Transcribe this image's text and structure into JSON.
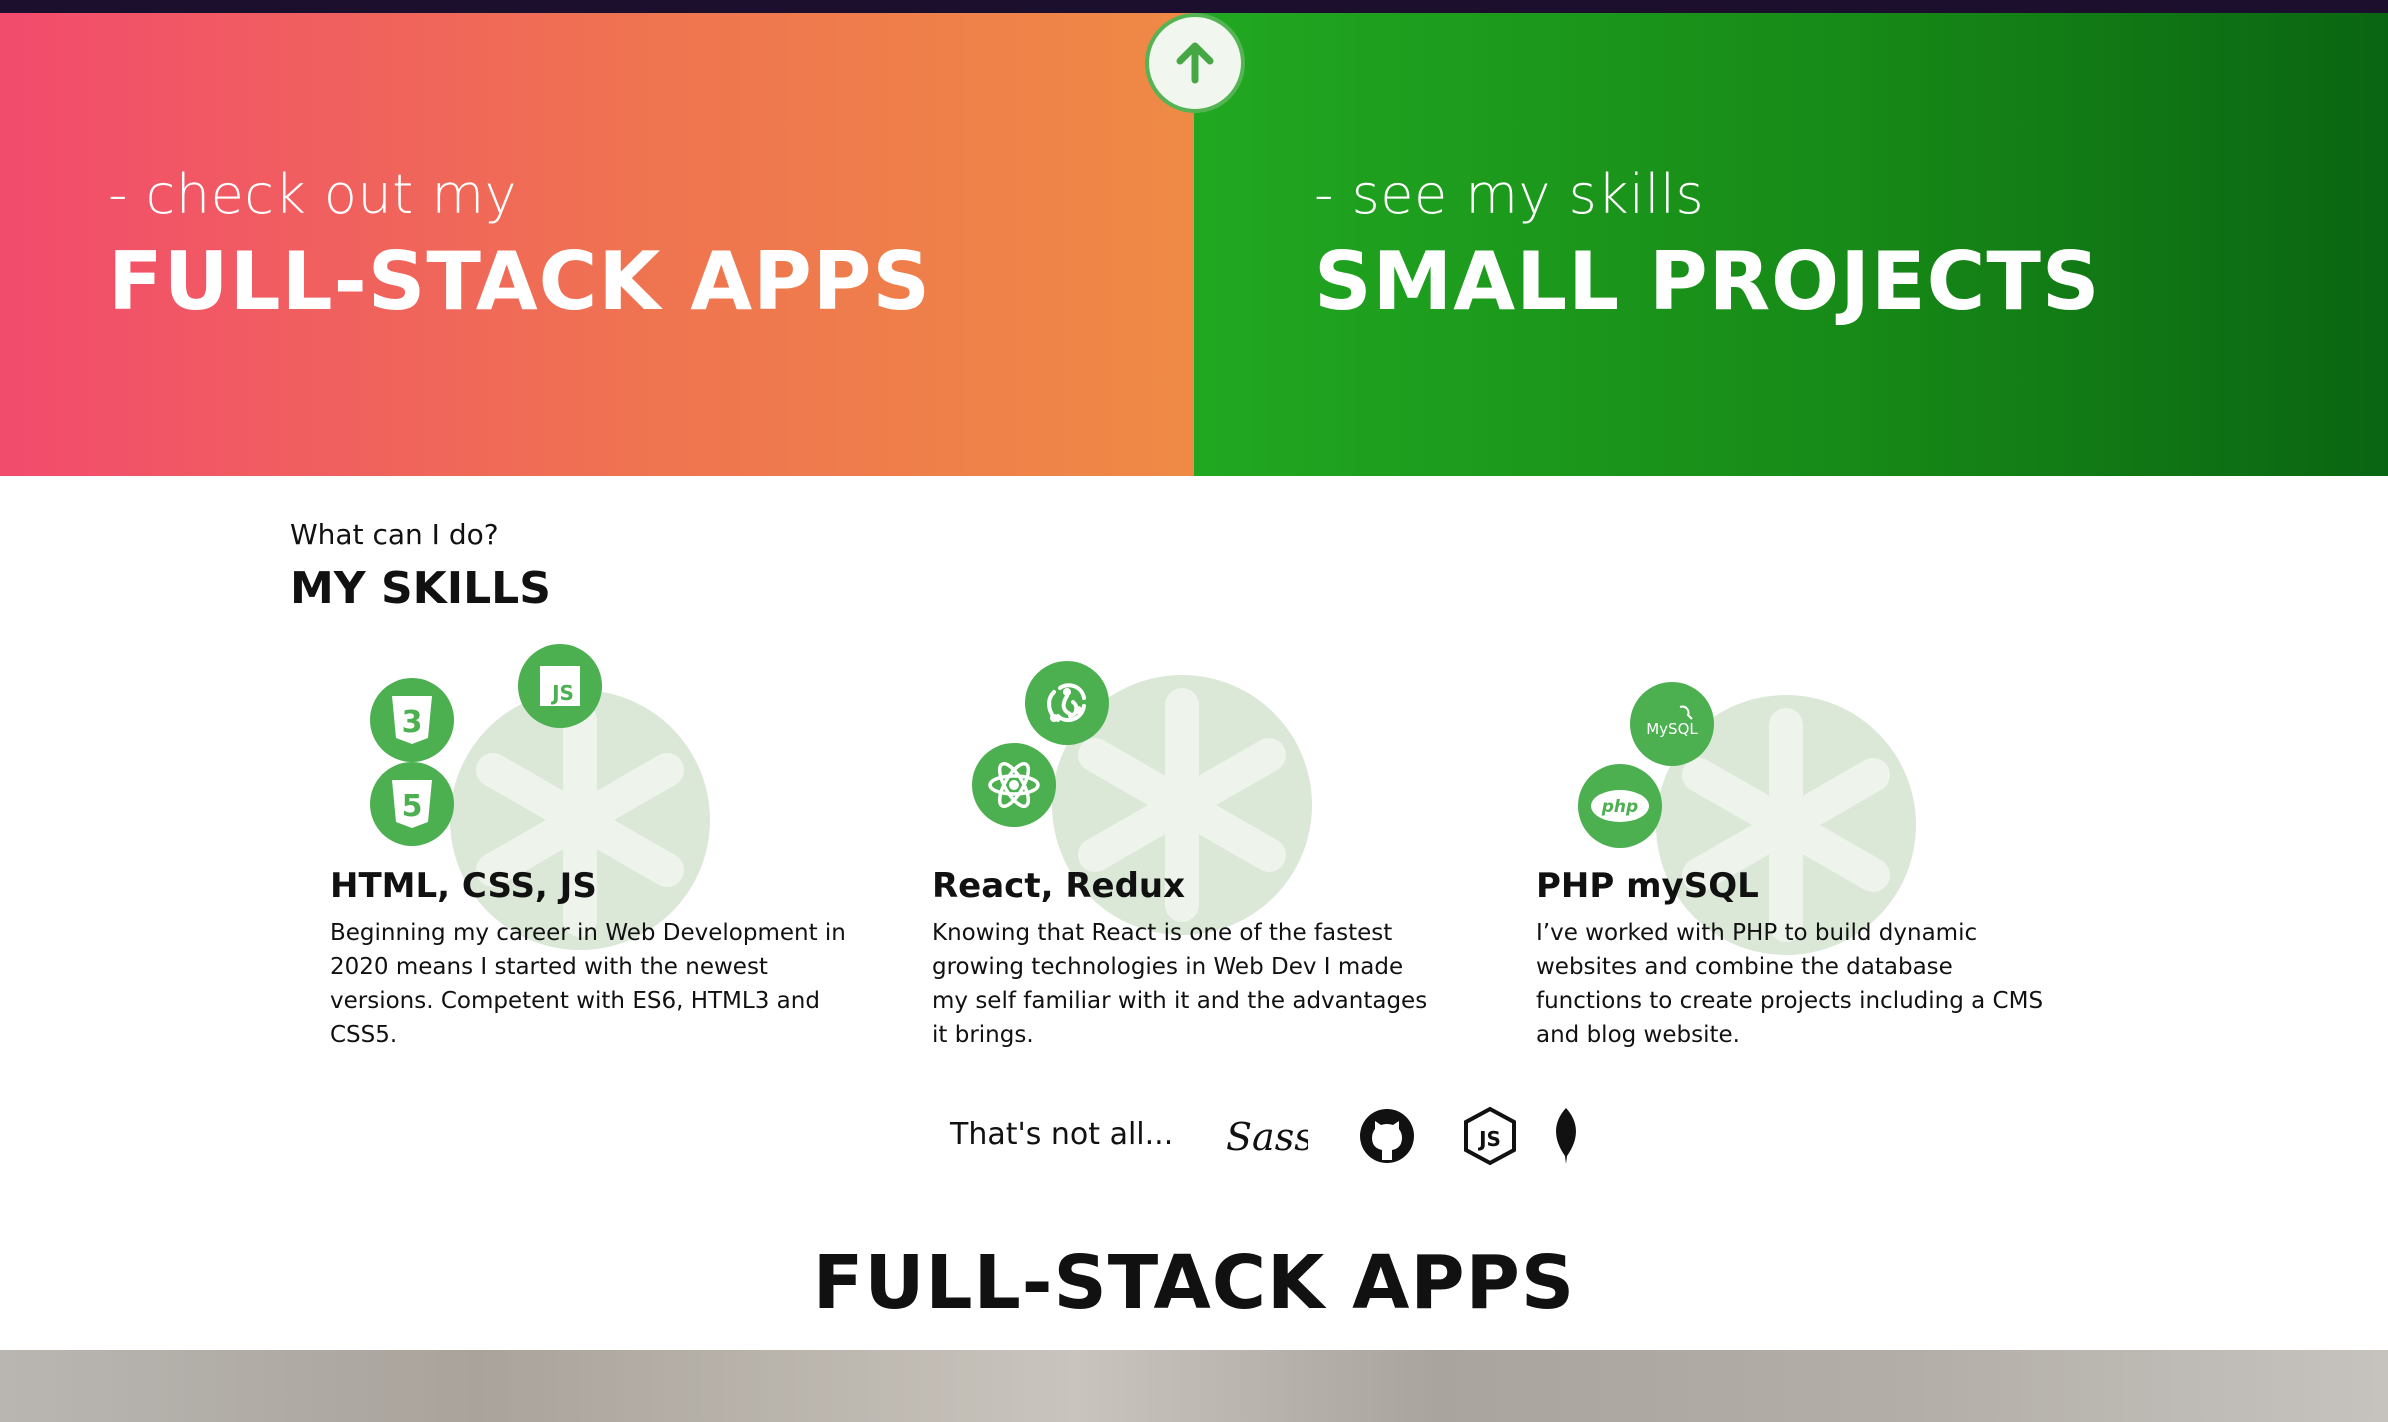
{
  "hero": {
    "left": {
      "subtitle": "- check out my",
      "title": "FULL-STACK APPS"
    },
    "right": {
      "subtitle": "- see my skills",
      "title": "SMALL PROJECTS"
    },
    "scroll_up_icon": "arrow-up-icon"
  },
  "skills": {
    "kicker": "What can I do?",
    "title": "MY SKILLS",
    "items": [
      {
        "name": "HTML, CSS, JS",
        "description": "Beginning my career in Web Development in 2020 means I started with the newest versions. Competent with ES6, HTML3 and CSS5.",
        "icons": [
          "html5-icon",
          "css3-icon",
          "javascript-icon"
        ],
        "icon_labels": {
          "css": "3",
          "js": "JS",
          "html": "5"
        }
      },
      {
        "name": "React, Redux",
        "description": "Knowing that React is one of the fastest growing technologies in Web Dev I made my self familiar with it and the advantages it brings.",
        "icons": [
          "react-icon",
          "redux-icon"
        ]
      },
      {
        "name": "PHP mySQL",
        "description": "I’ve worked with PHP to build dynamic websites and combine the database functions to create projects including a CMS and blog website.",
        "icons": [
          "php-icon",
          "mysql-icon"
        ],
        "icon_labels": {
          "php": "php",
          "mysql": "MySQL"
        }
      }
    ]
  },
  "extras": {
    "label": "That's not all...",
    "icons": [
      "sass-icon",
      "github-icon",
      "nodejs-icon",
      "mongodb-icon"
    ],
    "sass_text": "Sass",
    "node_text": "JS"
  },
  "section": {
    "title": "FULL-STACK APPS"
  },
  "colors": {
    "hero_left_start": "#f24b6d",
    "hero_left_end": "#ef8a45",
    "hero_right_start": "#21a821",
    "hero_right_end": "#0a6512",
    "skill_icon_bg": "#4caf50",
    "skill_blob": "#dbe8d8"
  }
}
